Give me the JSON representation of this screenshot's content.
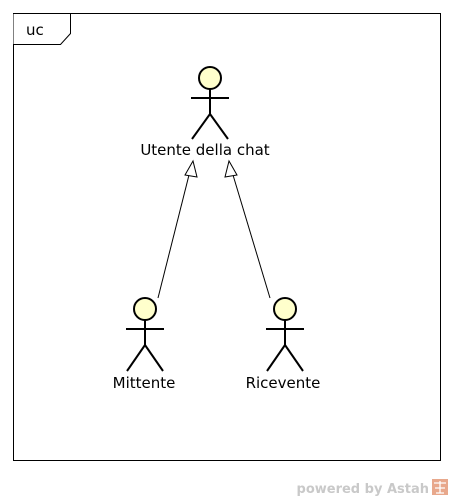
{
  "diagram": {
    "frame_label": "uc",
    "actors": {
      "parent": {
        "name": "Utente della chat"
      },
      "sender": {
        "name": "Mittente"
      },
      "receiver": {
        "name": "Ricevente"
      }
    },
    "relations": [
      {
        "type": "generalization",
        "from": "Mittente",
        "to": "Utente della chat"
      },
      {
        "type": "generalization",
        "from": "Ricevente",
        "to": "Utente della chat"
      }
    ],
    "colors": {
      "actor_head_fill": "#ffffcc",
      "stroke": "#000000",
      "footer_text": "#c9c9c9",
      "footer_logo": "#e8a88c"
    }
  },
  "footer": {
    "text": "powered by Astah"
  }
}
